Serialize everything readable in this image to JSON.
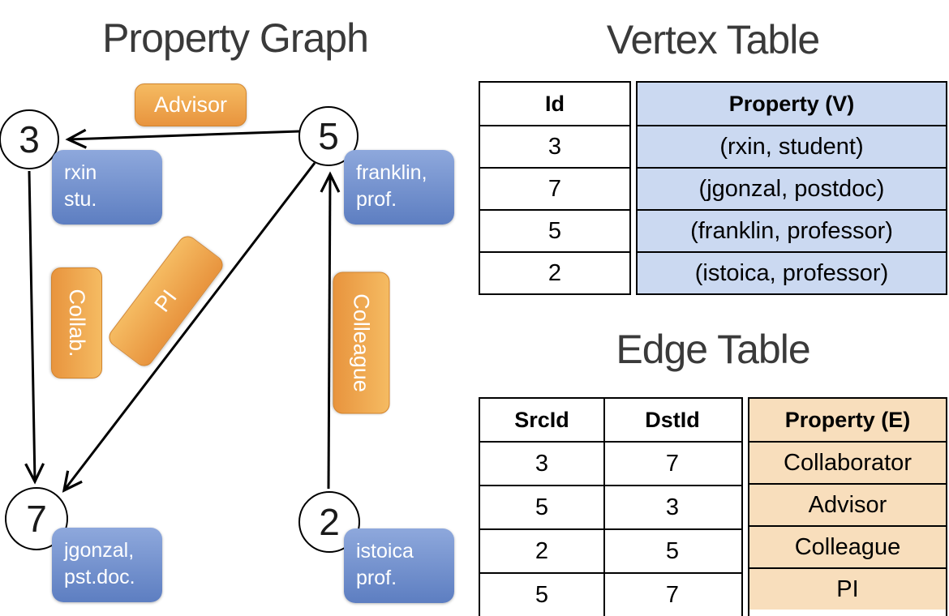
{
  "graph": {
    "title": "Property Graph",
    "vertices": [
      {
        "id": "3",
        "prop_line1": "rxin",
        "prop_line2": "stu."
      },
      {
        "id": "5",
        "prop_line1": "franklin,",
        "prop_line2": "prof."
      },
      {
        "id": "7",
        "prop_line1": "jgonzal,",
        "prop_line2": "pst.doc."
      },
      {
        "id": "2",
        "prop_line1": "istoica",
        "prop_line2": "prof."
      }
    ],
    "edges": [
      {
        "label": "Advisor"
      },
      {
        "label": "Collab."
      },
      {
        "label": "PI"
      },
      {
        "label": "Colleague"
      }
    ]
  },
  "vertex_table": {
    "title": "Vertex Table",
    "headers": [
      "Id",
      "Property (V)"
    ],
    "rows": [
      [
        "3",
        "(rxin, student)"
      ],
      [
        "7",
        "(jgonzal, postdoc)"
      ],
      [
        "5",
        "(franklin, professor)"
      ],
      [
        "2",
        "(istoica, professor)"
      ]
    ]
  },
  "edge_table": {
    "title": "Edge Table",
    "headers": [
      "SrcId",
      "DstId",
      "Property (E)"
    ],
    "rows": [
      [
        "3",
        "7",
        "Collaborator"
      ],
      [
        "5",
        "3",
        "Advisor"
      ],
      [
        "2",
        "5",
        "Colleague"
      ],
      [
        "5",
        "7",
        "PI"
      ]
    ]
  },
  "colors": {
    "vertex_box_fill": "#6d8cc7",
    "edge_box_fill": "#efa94e",
    "vertex_cell_fill": "#cbd9f1",
    "edge_cell_fill": "#f8debc"
  }
}
